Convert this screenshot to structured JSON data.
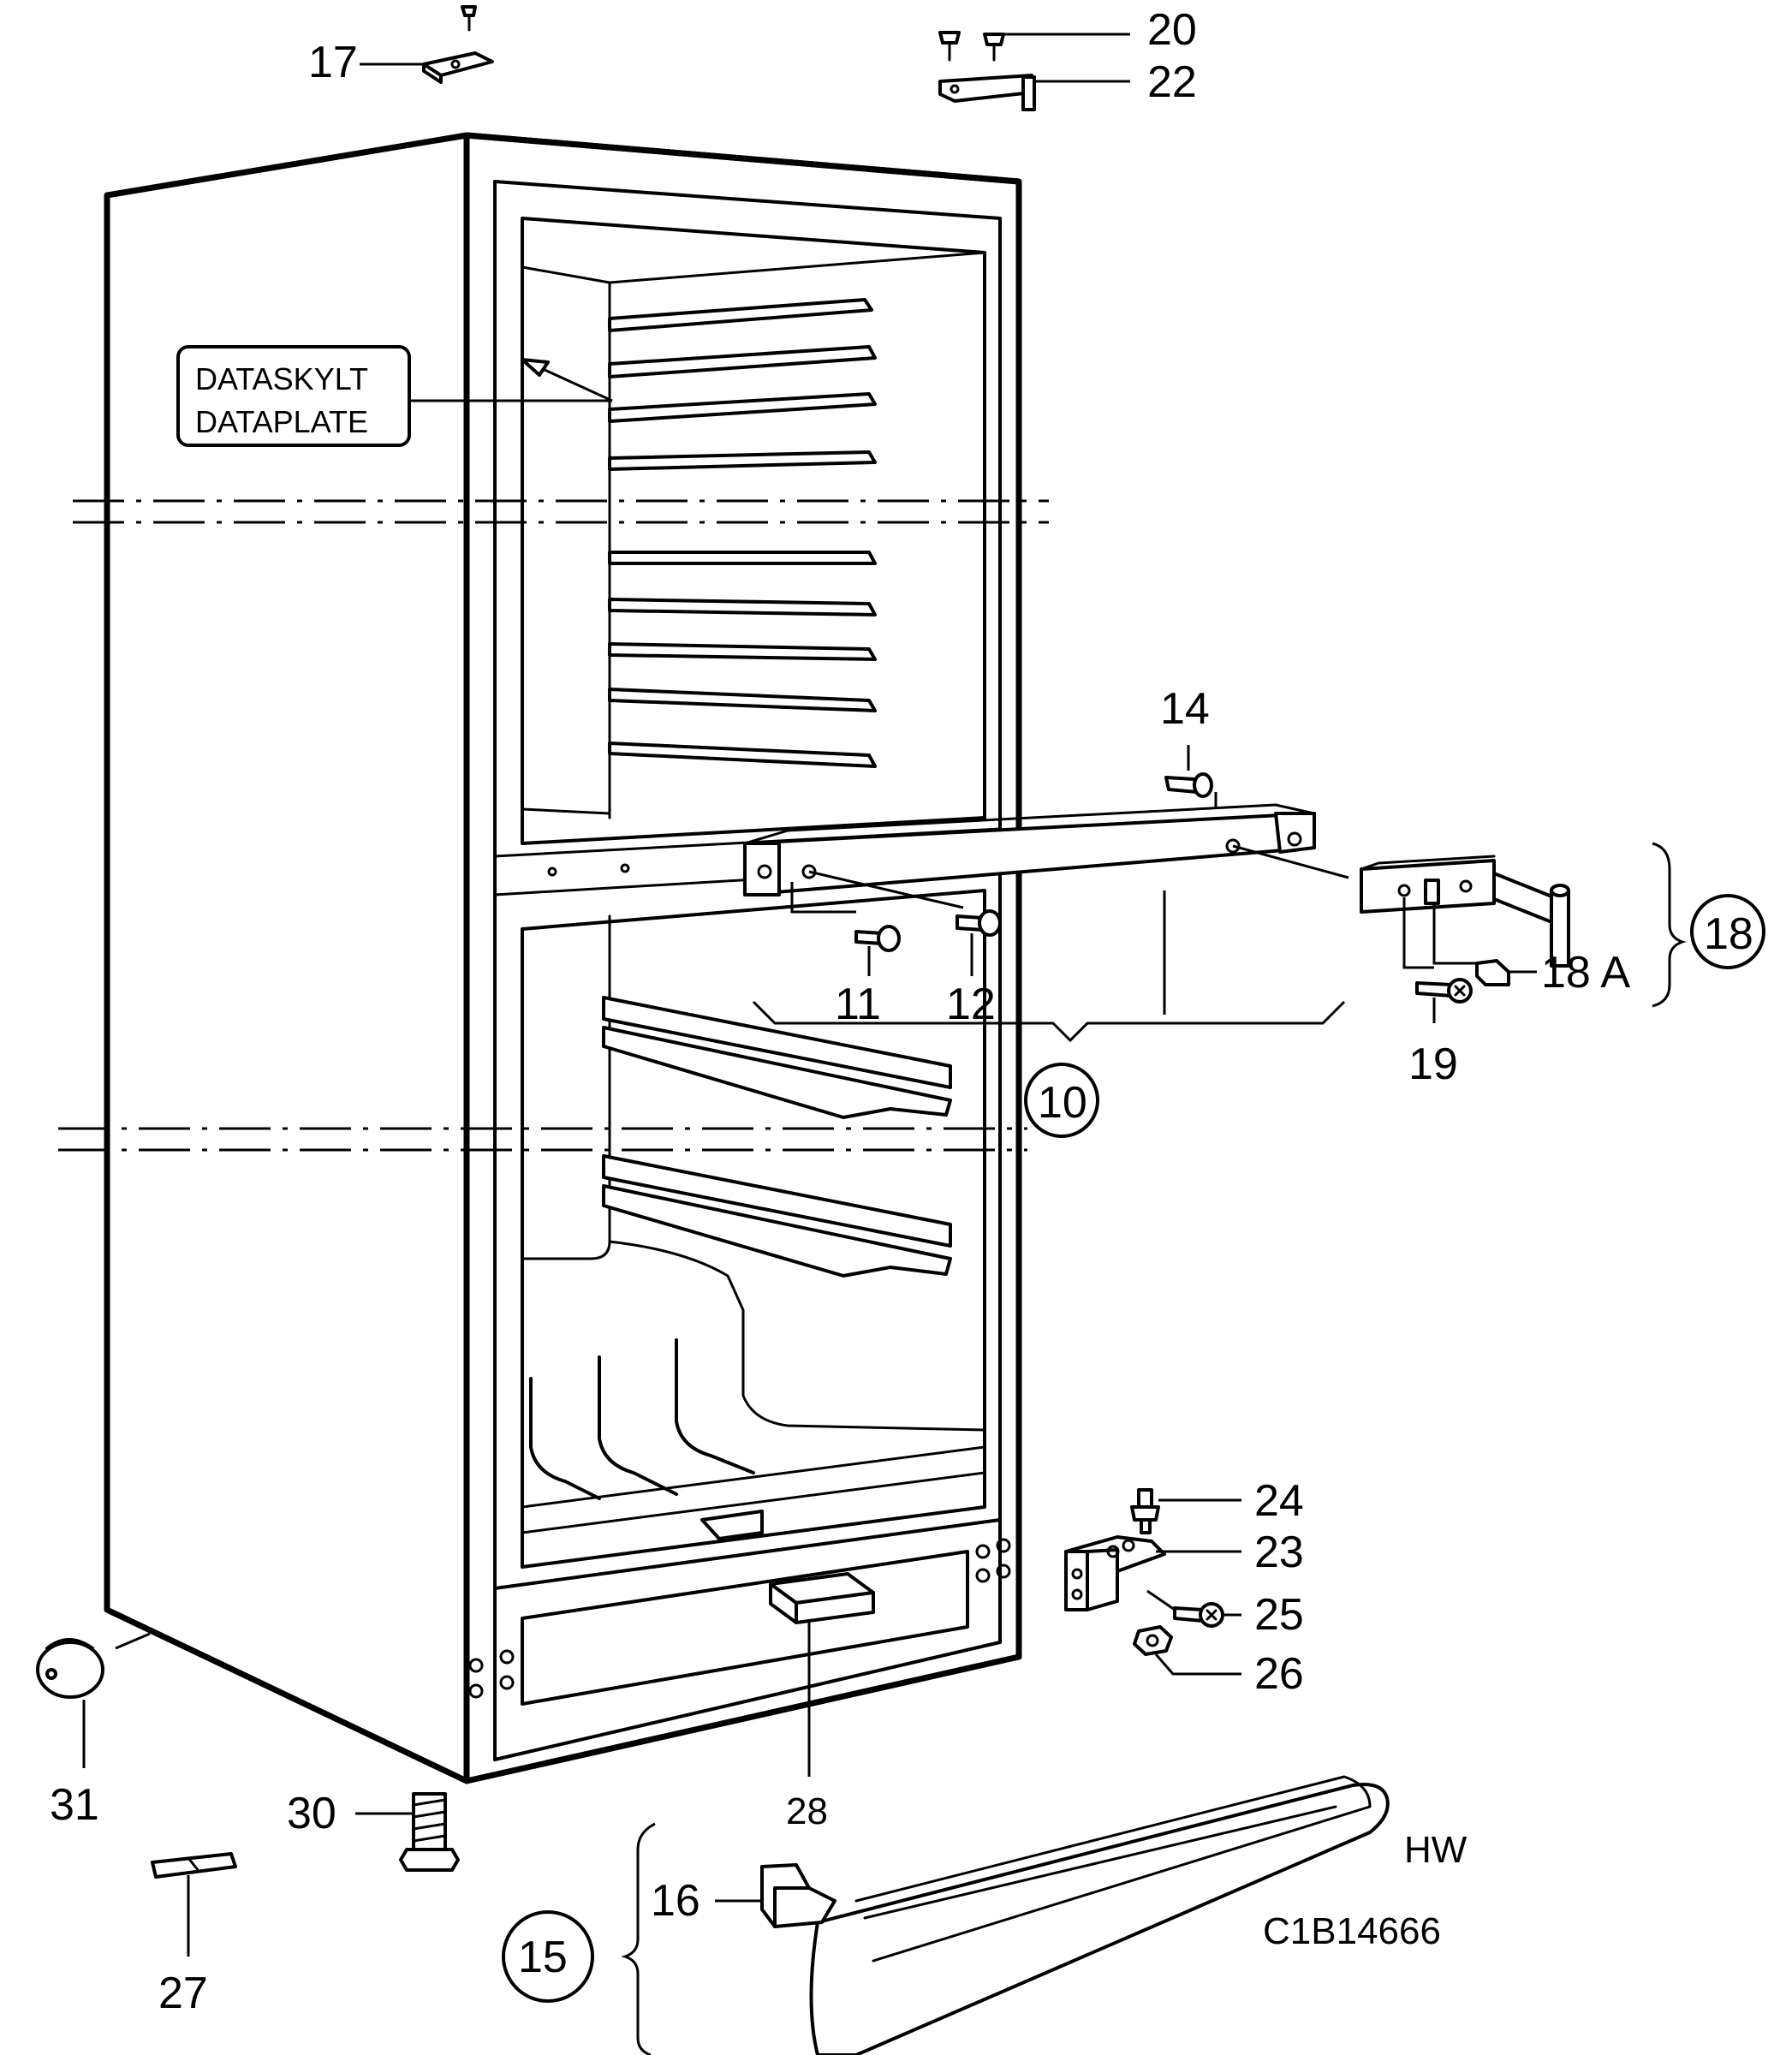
{
  "data_plate": {
    "line1": "DATASKYLT",
    "line2": "DATAPLATE"
  },
  "labels": {
    "p17": "17",
    "p20": "20",
    "p22": "22",
    "p14": "14",
    "p11": "11",
    "p12": "12",
    "p10": "10",
    "p18": "18",
    "p18a": "18 A",
    "p19": "19",
    "p24": "24",
    "p23": "23",
    "p25": "25",
    "p26": "26",
    "p31": "31",
    "p28": "28",
    "p30": "30",
    "p27": "27",
    "p16": "16",
    "p15": "15",
    "hw": "HW",
    "code": "C1B14666"
  }
}
